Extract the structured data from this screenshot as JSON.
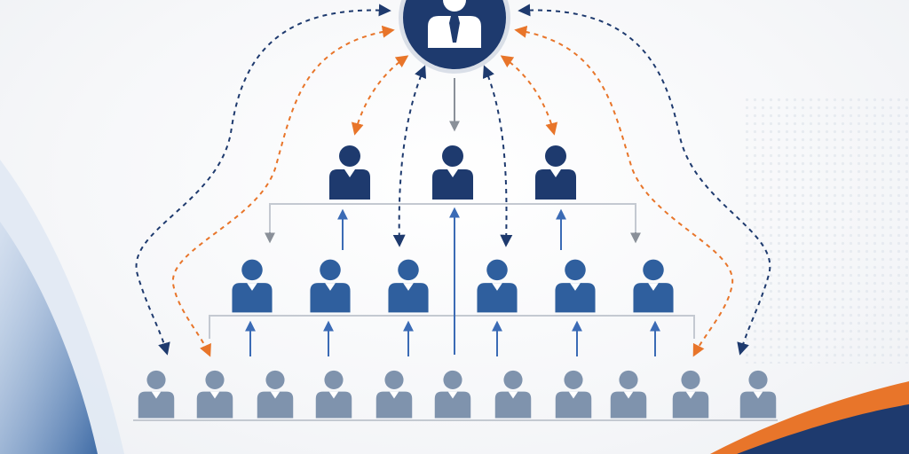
{
  "colors": {
    "navy": "#1e3a6e",
    "mid_blue": "#2f5f9e",
    "slate": "#7f93ad",
    "orange": "#e8752a",
    "gray": "#8a9099",
    "line_gray": "#c4c9d1",
    "arrow_blue": "#3b6bb5"
  },
  "diagram": {
    "type": "organizational-hierarchy",
    "levels": [
      {
        "name": "top",
        "count": 1
      },
      {
        "name": "tier-1",
        "count": 3
      },
      {
        "name": "tier-2",
        "count": 6
      },
      {
        "name": "tier-3",
        "count": 11
      }
    ],
    "icons": {
      "person": "person-icon",
      "executive": "executive-tie-icon"
    }
  }
}
